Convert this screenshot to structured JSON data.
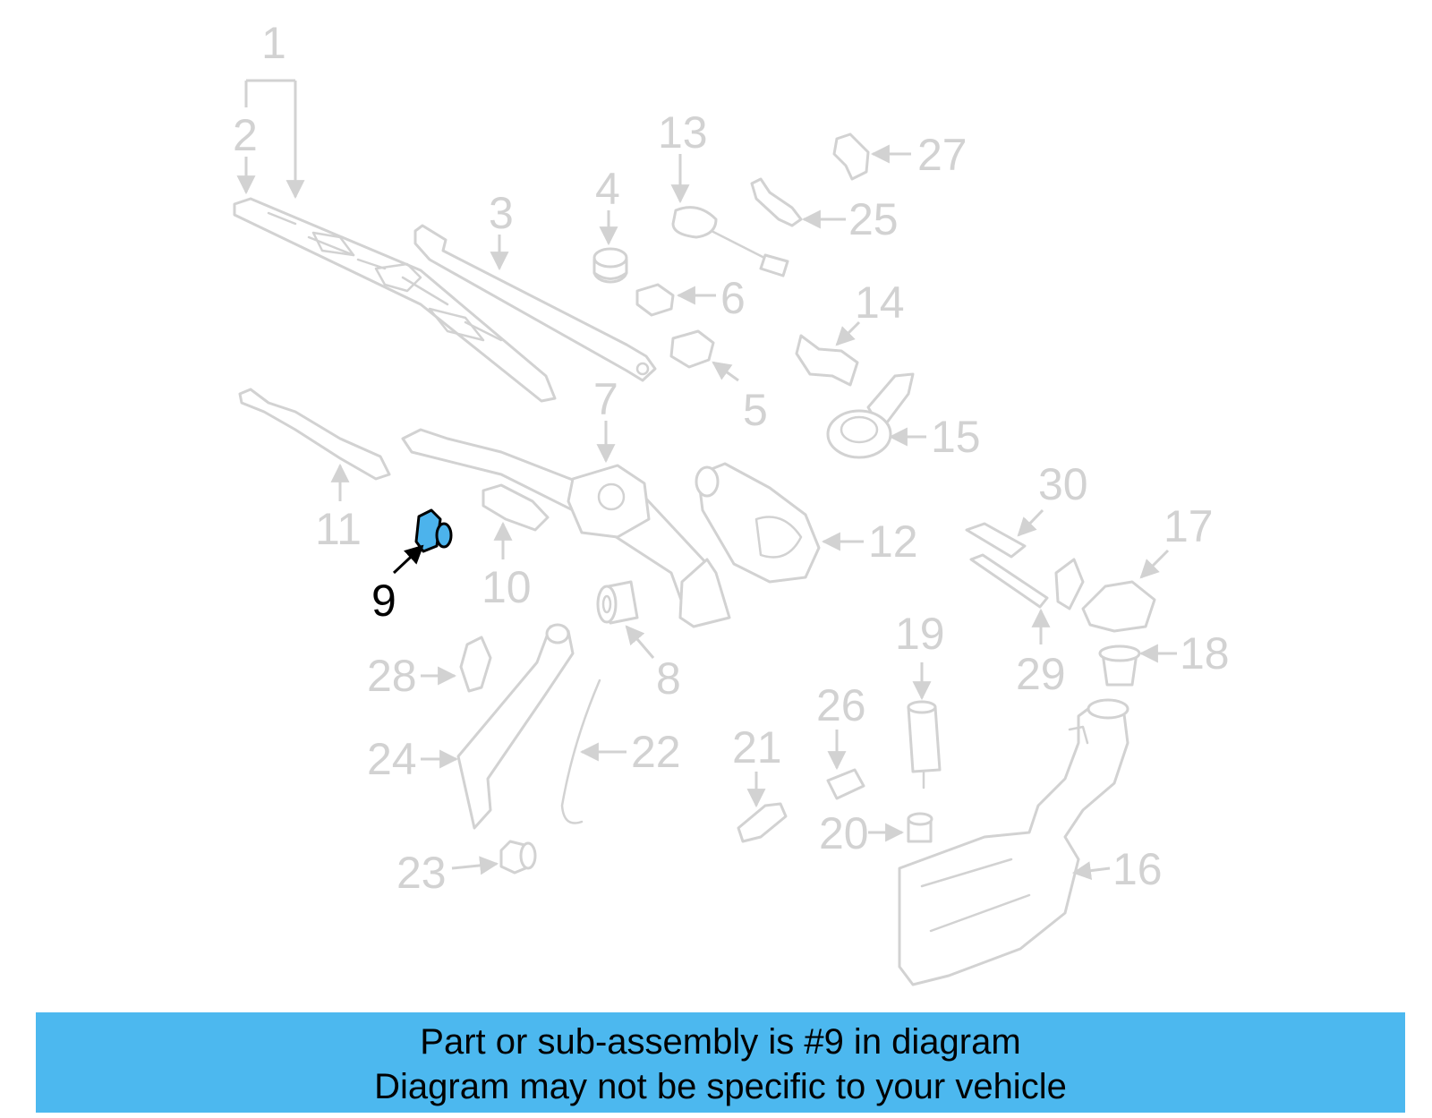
{
  "diagram": {
    "highlight_color": "#4cb8ef",
    "part_color": "#d2d2d2",
    "highlighted_part": "9",
    "callouts": [
      "1",
      "2",
      "3",
      "4",
      "5",
      "6",
      "7",
      "8",
      "9",
      "10",
      "11",
      "12",
      "13",
      "14",
      "15",
      "16",
      "17",
      "18",
      "19",
      "20",
      "21",
      "22",
      "23",
      "24",
      "25",
      "26",
      "27",
      "28",
      "29",
      "30"
    ]
  },
  "banner": {
    "line1": "Part or sub-assembly is #9 in diagram",
    "line2": "Diagram may not be specific to your vehicle"
  }
}
